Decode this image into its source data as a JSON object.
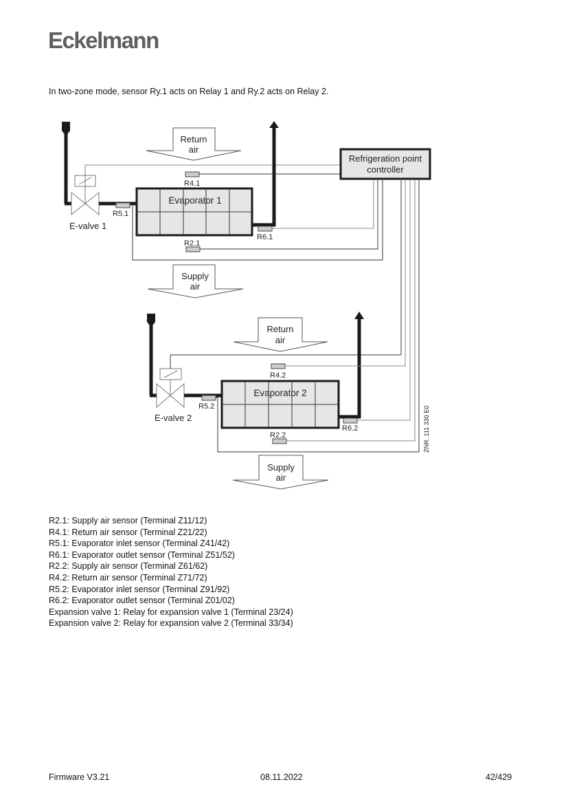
{
  "header": {
    "logo_text": "Eckelmann"
  },
  "intro_text": "In two-zone mode, sensor Ry.1 acts on Relay 1 and Ry.2 acts on Relay 2.",
  "diagram": {
    "controller_label_line1": "Refrigeration point",
    "controller_label_line2": "controller",
    "zone1": {
      "return_air_line1": "Return",
      "return_air_line2": "air",
      "supply_air_line1": "Supply",
      "supply_air_line2": "air",
      "evaporator_label": "Evaporator 1",
      "valve_label": "E-valve 1",
      "sensor_return": "R4.1",
      "sensor_inlet": "R5.1",
      "sensor_outlet": "R6.1",
      "sensor_supply": "R2.1"
    },
    "zone2": {
      "return_air_line1": "Return",
      "return_air_line2": "air",
      "supply_air_line1": "Supply",
      "supply_air_line2": "air",
      "evaporator_label": "Evaporator 2",
      "valve_label": "E-valve 2",
      "sensor_return": "R4.2",
      "sensor_inlet": "R5.2",
      "sensor_outlet": "R6.2",
      "sensor_supply": "R2.2"
    },
    "drawing_number": "ZNR. 111 330 E0"
  },
  "legend": [
    "R2.1: Supply air sensor (Terminal Z11/12)",
    "R4.1: Return air sensor (Terminal Z21/22)",
    "R5.1: Evaporator inlet sensor (Terminal Z41/42)",
    "R6.1: Evaporator outlet sensor (Terminal Z51/52)",
    "R2.2: Supply air sensor (Terminal Z61/62)",
    "R4.2: Return air sensor (Terminal Z71/72)",
    "R5.2: Evaporator inlet sensor (Terminal Z91/92)",
    "R6.2: Evaporator outlet sensor (Terminal Z01/02)",
    "Expansion valve 1: Relay for expansion valve 1 (Terminal 23/24)",
    "Expansion valve 2: Relay for expansion valve 2 (Terminal 33/34)"
  ],
  "footer": {
    "firmware": "Firmware V3.21",
    "date": "08.11.2022",
    "page": "42/429"
  }
}
